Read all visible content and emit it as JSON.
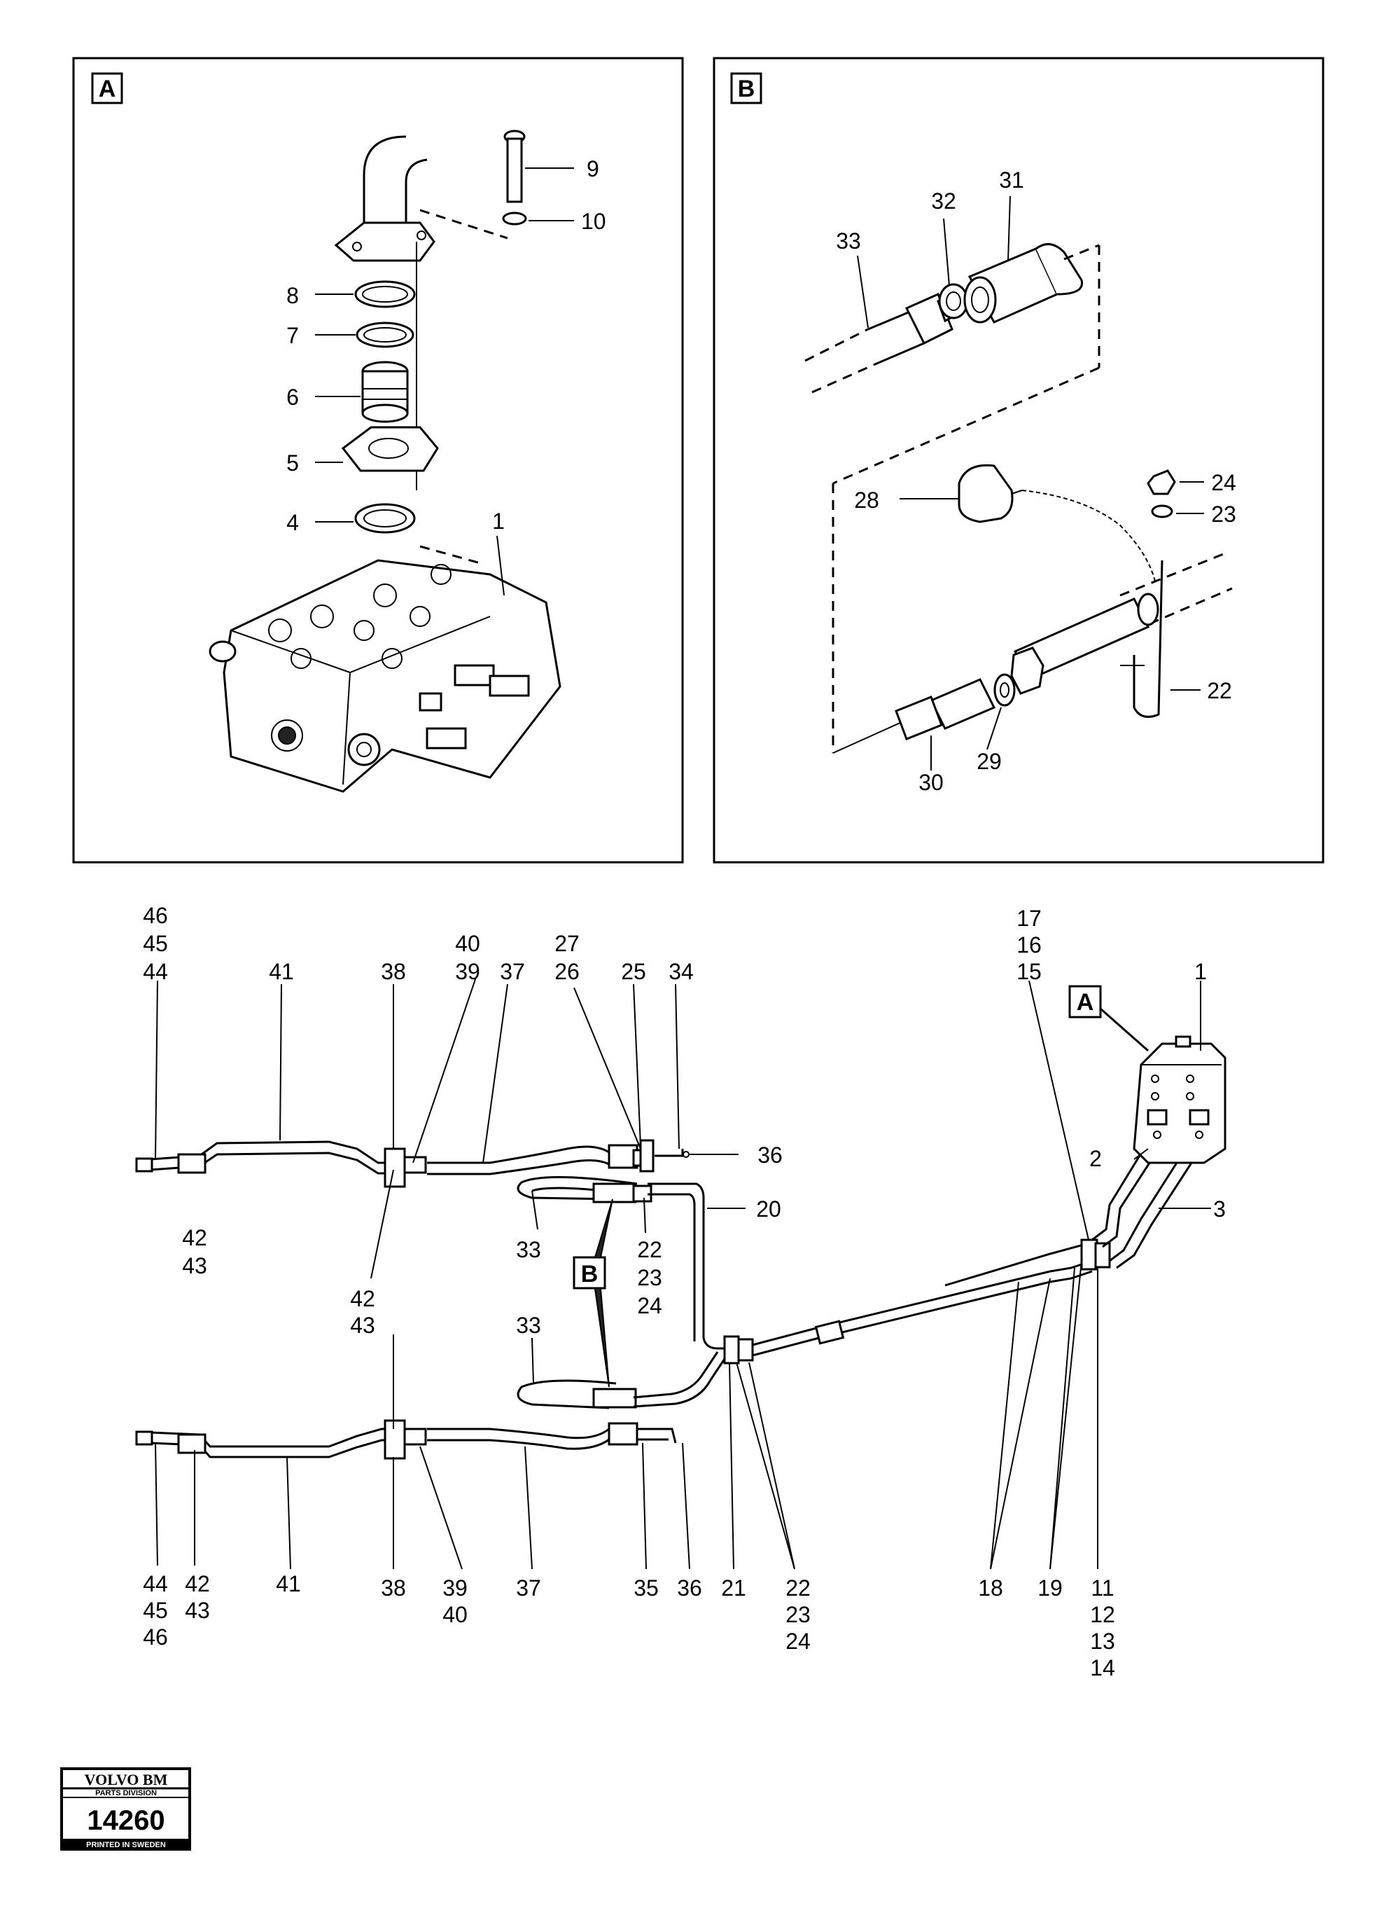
{
  "detail_a": {
    "tag": "A"
  },
  "detail_b": {
    "tag": "B"
  },
  "labels": {
    "a9": "9",
    "a10": "10",
    "a8": "8",
    "a7": "7",
    "a6": "6",
    "a5": "5",
    "a4": "4",
    "a1": "1",
    "b33": "33",
    "b32": "32",
    "b31": "31",
    "b28": "28",
    "b24": "24",
    "b23": "23",
    "b22": "22",
    "b30": "30",
    "b29": "29",
    "m46a": "46",
    "m45a": "45",
    "m44a": "44",
    "m41a": "41",
    "m38a": "38",
    "m40a": "40",
    "m39a": "39",
    "m37a": "37",
    "m27": "27",
    "m26": "26",
    "m25": "25",
    "m34": "34",
    "m17": "17",
    "m16": "16",
    "m15": "15",
    "m1": "1",
    "m36a": "36",
    "m2": "2",
    "m3": "3",
    "m20": "20",
    "m42a": "42",
    "m43a": "43",
    "m33a": "33",
    "m22a": "22",
    "m23a": "23",
    "m24a": "24",
    "m42b": "42",
    "m43b": "43",
    "m33b": "33",
    "m44b": "44",
    "m45b": "45",
    "m46b": "46",
    "m42c": "42",
    "m43c": "43",
    "m41b": "41",
    "m38b": "38",
    "m39b": "39",
    "m40b": "40",
    "m37b": "37",
    "m35": "35",
    "m36b": "36",
    "m21": "21",
    "m22b": "22",
    "m23b": "23",
    "m24b": "24",
    "m18": "18",
    "m19": "19",
    "m11": "11",
    "m12": "12",
    "m13": "13",
    "m14": "14"
  },
  "callout_a": "A",
  "callout_b": "B",
  "stamp": {
    "brand": "VOLVO BM",
    "division": "PARTS DIVISION",
    "number": "14260",
    "printed": "PRINTED IN SWEDEN"
  }
}
